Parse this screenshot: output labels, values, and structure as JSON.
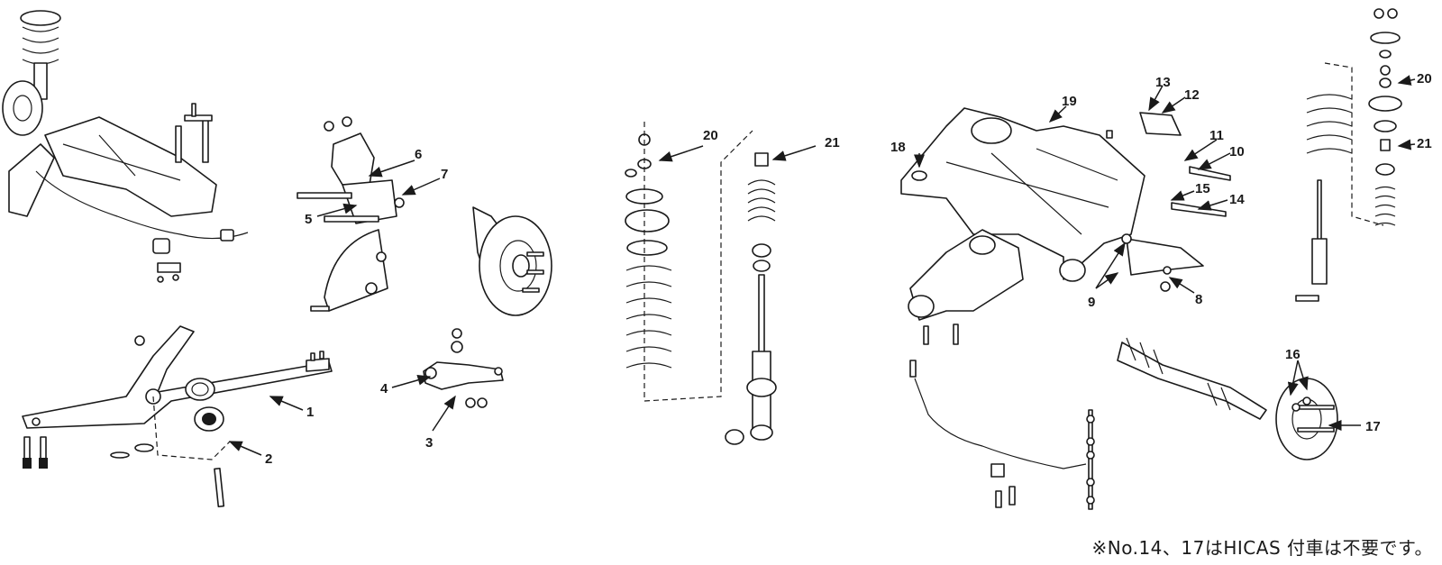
{
  "diagram": {
    "callouts": {
      "c1": "1",
      "c2": "2",
      "c3": "3",
      "c4": "4",
      "c5": "5",
      "c6": "6",
      "c7": "7",
      "c8": "8",
      "c9": "9",
      "c10": "10",
      "c11": "11",
      "c12": "12",
      "c13": "13",
      "c14": "14",
      "c15": "15",
      "c16": "16",
      "c17": "17",
      "c18": "18",
      "c19": "19",
      "c20a": "20",
      "c21a": "21",
      "c20b": "20",
      "c21b": "21"
    },
    "footnote": "※No.14、17はHICAS 付車は不要です。"
  }
}
